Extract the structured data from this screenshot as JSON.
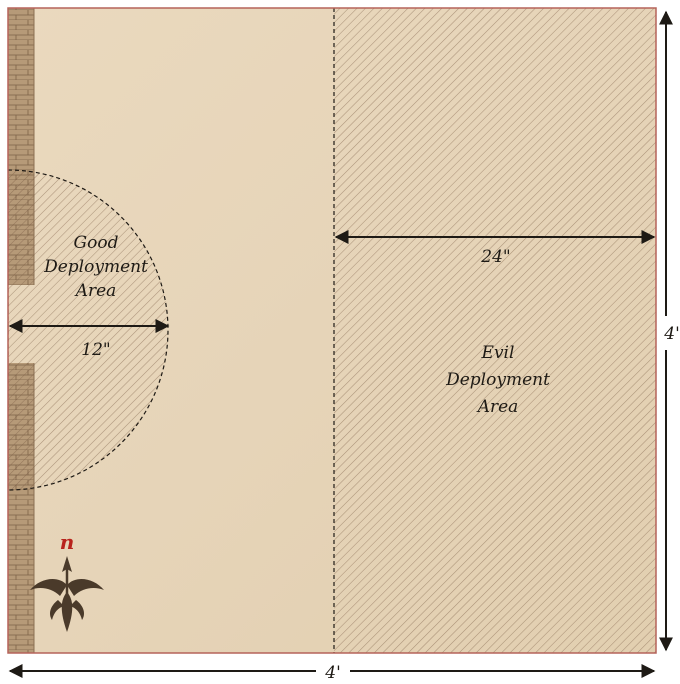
{
  "board": {
    "width_label": "4'",
    "height_label": "4'",
    "colors": {
      "parchment": "#e9d9c0",
      "parchment_shade": "#dcc6a4",
      "border": "#b5635a",
      "hatch": "#7a5d45",
      "wall": "#a58a6c",
      "ink": "#1e1a15",
      "compass_n": "#b8231c"
    }
  },
  "good_zone": {
    "line1": "Good",
    "line2": "Deployment",
    "line3": "Area",
    "radius_label": "12\""
  },
  "evil_zone": {
    "line1": "Evil",
    "line2": "Deployment",
    "line3": "Area",
    "depth_label": "24\""
  },
  "compass": {
    "north_label": "n",
    "icon": "fleur-de-lis-compass-icon"
  }
}
